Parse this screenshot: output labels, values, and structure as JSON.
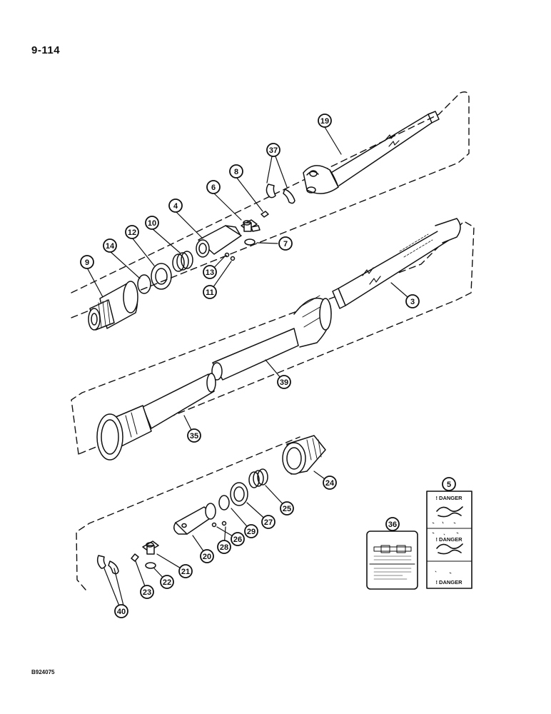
{
  "page": {
    "page_number": "9-114",
    "figure_code": "B924075"
  },
  "callouts": [
    {
      "id": "c19",
      "label": "19"
    },
    {
      "id": "c37",
      "label": "37"
    },
    {
      "id": "c8",
      "label": "8"
    },
    {
      "id": "c6",
      "label": "6"
    },
    {
      "id": "c4",
      "label": "4"
    },
    {
      "id": "c7",
      "label": "7"
    },
    {
      "id": "c10",
      "label": "10"
    },
    {
      "id": "c12",
      "label": "12"
    },
    {
      "id": "c14",
      "label": "14"
    },
    {
      "id": "c9",
      "label": "9"
    },
    {
      "id": "c13",
      "label": "13"
    },
    {
      "id": "c11",
      "label": "11"
    },
    {
      "id": "c3",
      "label": "3"
    },
    {
      "id": "c39",
      "label": "39"
    },
    {
      "id": "c35",
      "label": "35"
    },
    {
      "id": "c24",
      "label": "24"
    },
    {
      "id": "c25",
      "label": "25"
    },
    {
      "id": "c27",
      "label": "27"
    },
    {
      "id": "c29",
      "label": "29"
    },
    {
      "id": "c26",
      "label": "26"
    },
    {
      "id": "c28",
      "label": "28"
    },
    {
      "id": "c20",
      "label": "20"
    },
    {
      "id": "c21",
      "label": "21"
    },
    {
      "id": "c22",
      "label": "22"
    },
    {
      "id": "c23",
      "label": "23"
    },
    {
      "id": "c40",
      "label": "40"
    },
    {
      "id": "c36",
      "label": "36"
    },
    {
      "id": "c5",
      "label": "5"
    }
  ],
  "decal_danger": {
    "panels": [
      {
        "label": "! DANGER"
      },
      {
        "label": "! DANGER"
      },
      {
        "label": "! DANGER"
      }
    ]
  }
}
